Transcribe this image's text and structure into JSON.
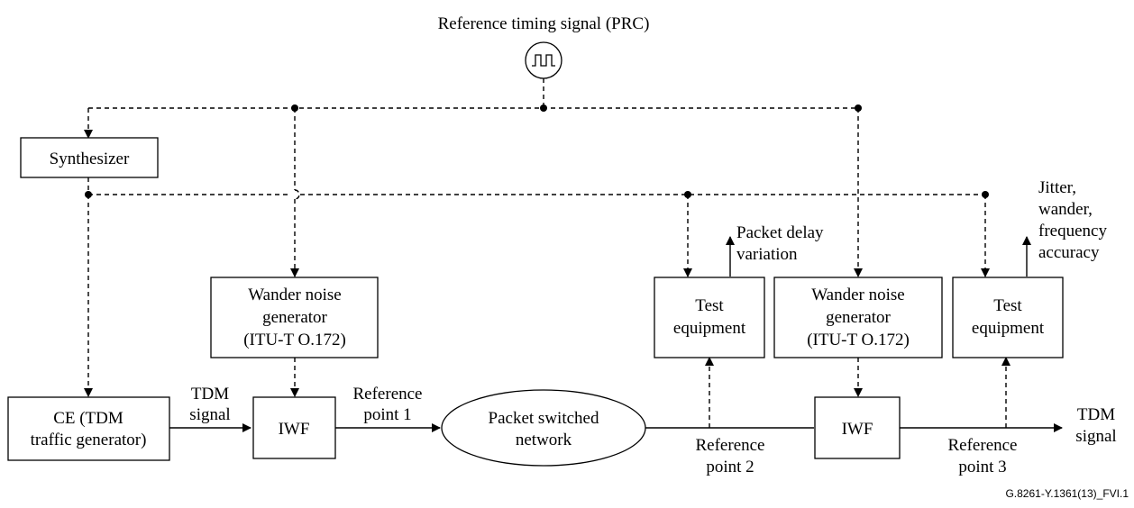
{
  "prc": {
    "label": "Reference timing signal (PRC)",
    "icon": "square-wave-clock-icon"
  },
  "synthesizer": {
    "label": "Synthesizer"
  },
  "ce": {
    "line1": "CE (TDM",
    "line2": "traffic generator)"
  },
  "wander_gen_1": {
    "line1": "Wander noise",
    "line2": "generator",
    "line3": "(ITU-T O.172)"
  },
  "wander_gen_2": {
    "line1": "Wander noise",
    "line2": "generator",
    "line3": "(ITU-T O.172)"
  },
  "iwf_1": {
    "label": "IWF"
  },
  "iwf_2": {
    "label": "IWF"
  },
  "psn": {
    "line1": "Packet switched",
    "line2": "network"
  },
  "test_eq_1": {
    "line1": "Test",
    "line2": "equipment"
  },
  "test_eq_2": {
    "line1": "Test",
    "line2": "equipment"
  },
  "tdm_signal_in": {
    "line1": "TDM",
    "line2": "signal"
  },
  "tdm_signal_out": {
    "line1": "TDM",
    "line2": "signal"
  },
  "ref_point_1": {
    "line1": "Reference",
    "line2": "point 1"
  },
  "ref_point_2": {
    "line1": "Reference",
    "line2": "point 2"
  },
  "ref_point_3": {
    "line1": "Reference",
    "line2": "point 3"
  },
  "output_1": {
    "line1": "Packet delay",
    "line2": "variation"
  },
  "output_2": {
    "line1": "Jitter,",
    "line2": "wander,",
    "line3": "frequency",
    "line4": "accuracy"
  },
  "figure_id": "G.8261-Y.1361(13)_FVI.1"
}
